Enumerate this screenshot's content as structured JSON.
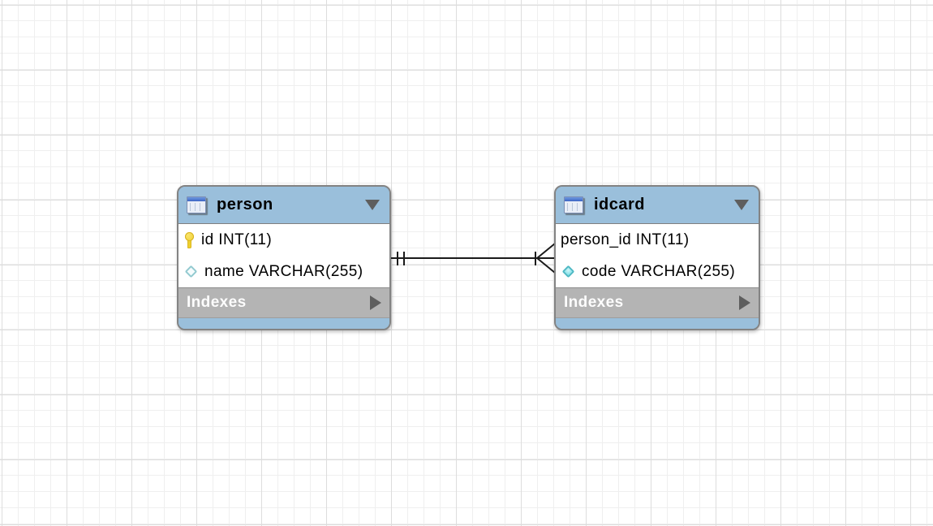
{
  "app": {
    "view_name": "EER Diagram canvas"
  },
  "colors": {
    "header_blue": "#9abfdb",
    "indexes_gray": "#b4b4b4",
    "table_border": "#838383",
    "key_yellow": "#eecf2f",
    "diamond_teal": "#4fb9c4",
    "relationship_line": "#1a1a1a",
    "grid_minor": "#efefef",
    "grid_major": "#dddddd"
  },
  "tables": [
    {
      "name": "person",
      "header_icon": "table-icon",
      "collapse_icon": "triangle-down-icon",
      "columns": [
        {
          "icon": "primary-key-icon",
          "text": "id INT(11)"
        },
        {
          "icon": "diamond-hollow-icon",
          "text": "name VARCHAR(255)"
        }
      ],
      "indexes_label": "Indexes",
      "indexes_expand_icon": "triangle-right-icon"
    },
    {
      "name": "idcard",
      "header_icon": "table-icon",
      "collapse_icon": "triangle-down-icon",
      "columns": [
        {
          "icon": "none",
          "text": "person_id INT(11)"
        },
        {
          "icon": "diamond-filled-icon",
          "text": "code VARCHAR(255)"
        }
      ],
      "indexes_label": "Indexes",
      "indexes_expand_icon": "triangle-right-icon"
    }
  ],
  "relationship": {
    "from_table": "person",
    "to_table": "idcard",
    "type": "one-to-many",
    "source_notation": "mandatory one (||)",
    "target_notation": "many (bar + crow's foot)"
  }
}
